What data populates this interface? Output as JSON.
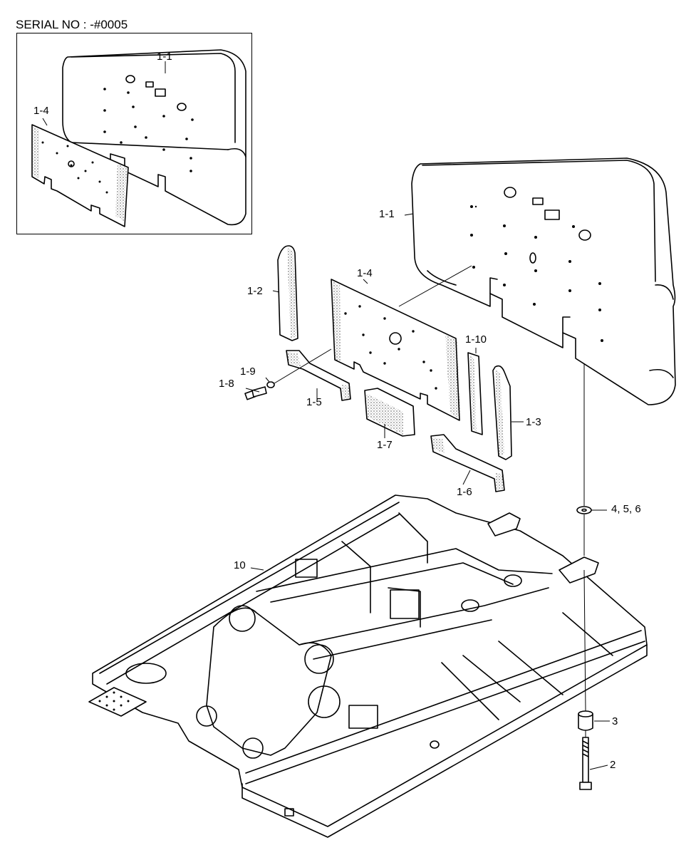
{
  "header": {
    "serial": "SERIAL NO : -#0005"
  },
  "callouts": {
    "inset_1_1": "1-1",
    "inset_1_4": "1-4",
    "p1_1": "1-1",
    "p1_2": "1-2",
    "p1_3": "1-3",
    "p1_4": "1-4",
    "p1_5": "1-5",
    "p1_6": "1-6",
    "p1_7": "1-7",
    "p1_8": "1-8",
    "p1_9": "1-9",
    "p1_10": "1-10",
    "p2": "2",
    "p3": "3",
    "p456": "4, 5, 6",
    "p10": "10"
  }
}
